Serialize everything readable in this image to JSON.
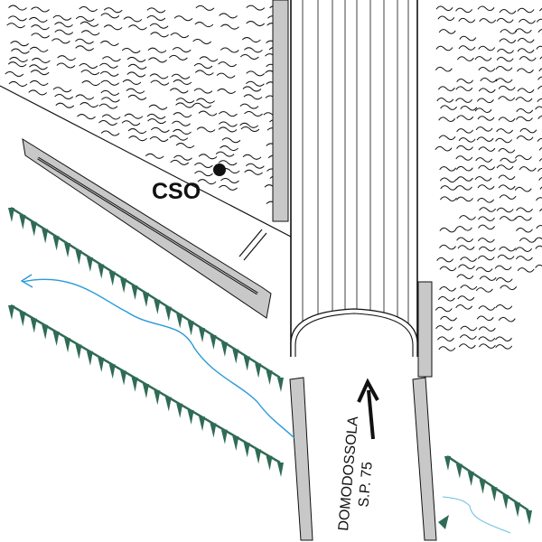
{
  "labels": {
    "point": "CSO",
    "road_name": "DOMODOSSOLA",
    "road_code": "S.P. 75"
  },
  "colors": {
    "slab": "#c8c8c8",
    "scarp": "#2f6b55",
    "river": "#2a9ad8",
    "line": "#111111"
  },
  "icons": [
    "direction-arrow-icon",
    "point-marker-icon"
  ]
}
